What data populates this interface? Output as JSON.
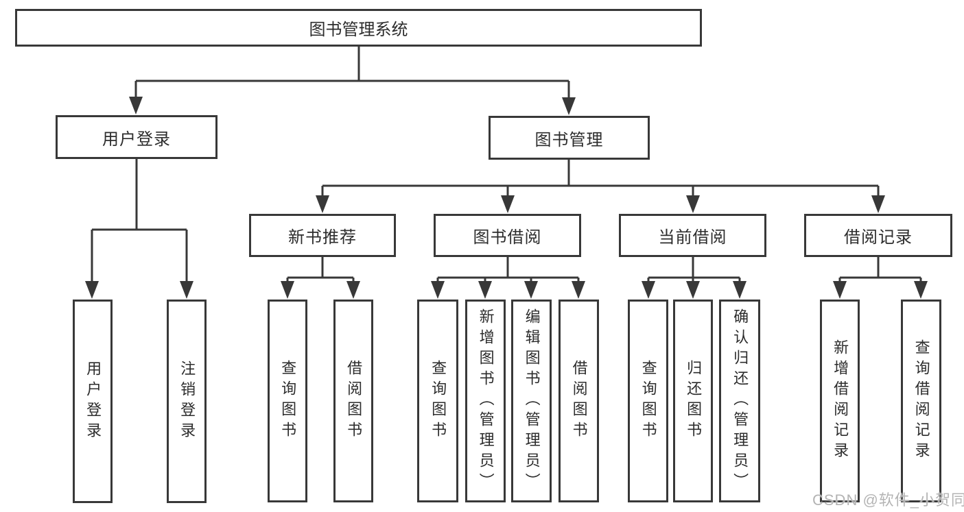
{
  "diagram": {
    "title": "图书管理系统",
    "branches": [
      {
        "label": "用户登录",
        "children": [
          {
            "label": "用户登录"
          },
          {
            "label": "注销登录"
          }
        ]
      },
      {
        "label": "图书管理",
        "children": [
          {
            "label": "新书推荐",
            "children": [
              {
                "label": "查询图书"
              },
              {
                "label": "借阅图书"
              }
            ]
          },
          {
            "label": "图书借阅",
            "children": [
              {
                "label": "查询图书"
              },
              {
                "label": "新增图书（管理员）"
              },
              {
                "label": "编辑图书（管理员）"
              },
              {
                "label": "借阅图书"
              }
            ]
          },
          {
            "label": "当前借阅",
            "children": [
              {
                "label": "查询图书"
              },
              {
                "label": "归还图书"
              },
              {
                "label": "确认归还（管理员）"
              }
            ]
          },
          {
            "label": "借阅记录",
            "children": [
              {
                "label": "新增借阅记录"
              },
              {
                "label": "查询借阅记录"
              }
            ]
          }
        ]
      }
    ]
  },
  "watermark": {
    "text": "CSDN @软件_小贺同学"
  },
  "colors": {
    "line": "#383838",
    "text": "#2c2c2c",
    "watermark": "#b4b4b4",
    "background": "#ffffff"
  }
}
